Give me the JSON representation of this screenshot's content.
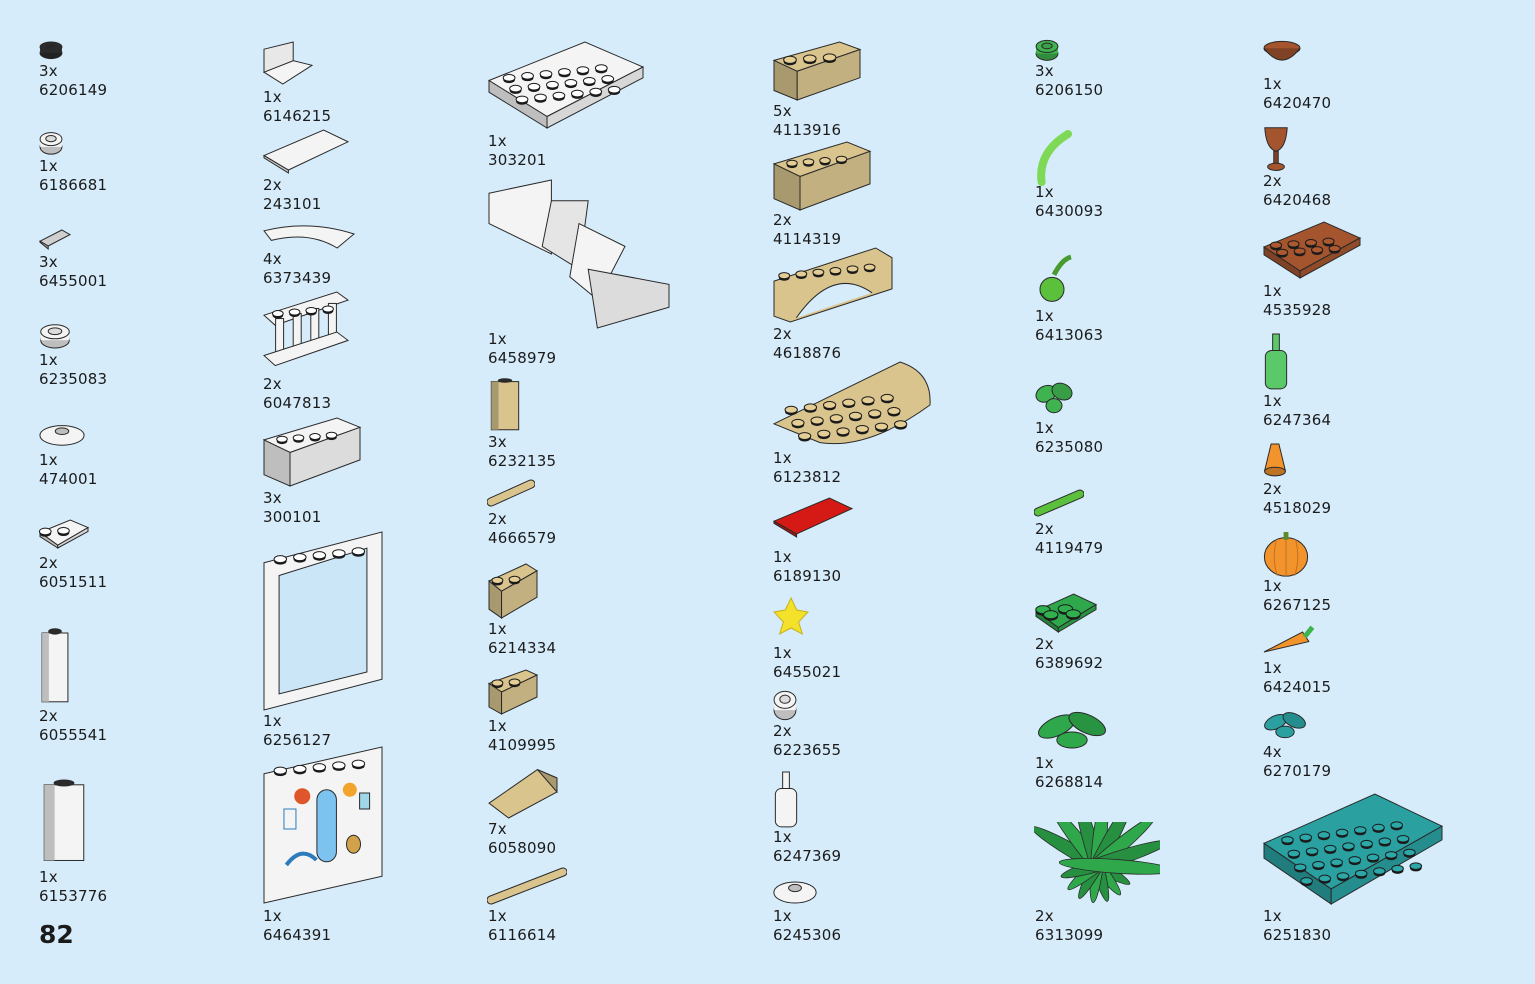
{
  "page_number": "82",
  "parts": [
    {
      "qty": "3x",
      "id": "6206149",
      "color": "#2c2c2c",
      "shape": "round"
    },
    {
      "qty": "1x",
      "id": "6186681",
      "color": "#f4f4f4",
      "shape": "round"
    },
    {
      "qty": "3x",
      "id": "6455001",
      "color": "#cfcfcf",
      "shape": "tile"
    },
    {
      "qty": "1x",
      "id": "6235083",
      "color": "#f4f4f4",
      "shape": "round"
    },
    {
      "qty": "1x",
      "id": "474001",
      "color": "#f4f4f4",
      "shape": "dish"
    },
    {
      "qty": "2x",
      "id": "6051511",
      "color": "#f4f4f4",
      "shape": "plate"
    },
    {
      "qty": "2x",
      "id": "6055541",
      "color": "#f4f4f4",
      "shape": "column"
    },
    {
      "qty": "1x",
      "id": "6153776",
      "color": "#f4f4f4",
      "shape": "column"
    },
    {
      "qty": "1x",
      "id": "6146215",
      "color": "#f4f4f4",
      "shape": "bracket"
    },
    {
      "qty": "2x",
      "id": "243101",
      "color": "#f4f4f4",
      "shape": "tile"
    },
    {
      "qty": "4x",
      "id": "6373439",
      "color": "#f4f4f4",
      "shape": "arc"
    },
    {
      "qty": "2x",
      "id": "6047813",
      "color": "#f4f4f4",
      "shape": "fence"
    },
    {
      "qty": "3x",
      "id": "300101",
      "color": "#f4f4f4",
      "shape": "brick"
    },
    {
      "qty": "1x",
      "id": "6256127",
      "color": "#f4f4f4",
      "shape": "frame"
    },
    {
      "qty": "1x",
      "id": "6464391",
      "color": "#f4f4f4",
      "shape": "panel"
    },
    {
      "qty": "1x",
      "id": "303201",
      "color": "#f4f4f4",
      "shape": "plate"
    },
    {
      "qty": "1x",
      "id": "6458979",
      "color": "#f4f4f4",
      "shape": "stairs"
    },
    {
      "qty": "3x",
      "id": "6232135",
      "color": "#d9c48e",
      "shape": "column"
    },
    {
      "qty": "2x",
      "id": "4666579",
      "color": "#d9c48e",
      "shape": "rod"
    },
    {
      "qty": "1x",
      "id": "6214334",
      "color": "#d9c48e",
      "shape": "brick"
    },
    {
      "qty": "1x",
      "id": "4109995",
      "color": "#d9c48e",
      "shape": "brick"
    },
    {
      "qty": "7x",
      "id": "6058090",
      "color": "#d9c48e",
      "shape": "slope"
    },
    {
      "qty": "1x",
      "id": "6116614",
      "color": "#d9c48e",
      "shape": "rod"
    },
    {
      "qty": "5x",
      "id": "4113916",
      "color": "#d9c48e",
      "shape": "brick"
    },
    {
      "qty": "2x",
      "id": "4114319",
      "color": "#d9c48e",
      "shape": "brick"
    },
    {
      "qty": "2x",
      "id": "4618876",
      "color": "#d9c48e",
      "shape": "arch"
    },
    {
      "qty": "1x",
      "id": "6123812",
      "color": "#d9c48e",
      "shape": "halfround"
    },
    {
      "qty": "1x",
      "id": "6189130",
      "color": "#d51a15",
      "shape": "tile"
    },
    {
      "qty": "1x",
      "id": "6455021",
      "color": "#f4e12a",
      "shape": "star"
    },
    {
      "qty": "2x",
      "id": "6223655",
      "color": "#f4f4f4",
      "shape": "round"
    },
    {
      "qty": "1x",
      "id": "6247369",
      "color": "#f4f4f4",
      "shape": "bottle"
    },
    {
      "qty": "1x",
      "id": "6245306",
      "color": "#f4f4f4",
      "shape": "dish"
    },
    {
      "qty": "3x",
      "id": "6206150",
      "color": "#3fb34f",
      "shape": "round"
    },
    {
      "qty": "1x",
      "id": "6430093",
      "color": "#7ed957",
      "shape": "stem"
    },
    {
      "qty": "1x",
      "id": "6413063",
      "color": "#5bc13c",
      "shape": "fruit"
    },
    {
      "qty": "1x",
      "id": "6235080",
      "color": "#3fb34f",
      "shape": "leaves"
    },
    {
      "qty": "2x",
      "id": "4119479",
      "color": "#5bc13c",
      "shape": "rod"
    },
    {
      "qty": "2x",
      "id": "6389692",
      "color": "#2ea84b",
      "shape": "plate"
    },
    {
      "qty": "1x",
      "id": "6268814",
      "color": "#2ea84b",
      "shape": "leaves"
    },
    {
      "qty": "2x",
      "id": "6313099",
      "color": "#2ea84b",
      "shape": "palm"
    },
    {
      "qty": "1x",
      "id": "6420470",
      "color": "#a4552e",
      "shape": "bowl"
    },
    {
      "qty": "2x",
      "id": "6420468",
      "color": "#a4552e",
      "shape": "goblet"
    },
    {
      "qty": "1x",
      "id": "4535928",
      "color": "#a4552e",
      "shape": "plate"
    },
    {
      "qty": "1x",
      "id": "6247364",
      "color": "#5bc86a",
      "shape": "bottle"
    },
    {
      "qty": "2x",
      "id": "4518029",
      "color": "#f3932c",
      "shape": "cone"
    },
    {
      "qty": "1x",
      "id": "6267125",
      "color": "#f3932c",
      "shape": "pumpkin"
    },
    {
      "qty": "1x",
      "id": "6424015",
      "color": "#f3932c",
      "shape": "carrot"
    },
    {
      "qty": "4x",
      "id": "6270179",
      "color": "#2aa0a0",
      "shape": "leaves"
    },
    {
      "qty": "1x",
      "id": "6251830",
      "color": "#2aa0a0",
      "shape": "plate"
    }
  ]
}
